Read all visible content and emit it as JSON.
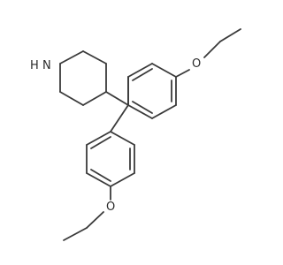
{
  "molecule": {
    "atoms": {
      "nitrogen": "N",
      "nitrogen_h": "H",
      "oxygen_top": "O",
      "oxygen_bottom": "O"
    }
  },
  "colors": {
    "bond": "#3a3a3a",
    "atom_label": "#2a2a2a",
    "background": "#ffffff"
  }
}
